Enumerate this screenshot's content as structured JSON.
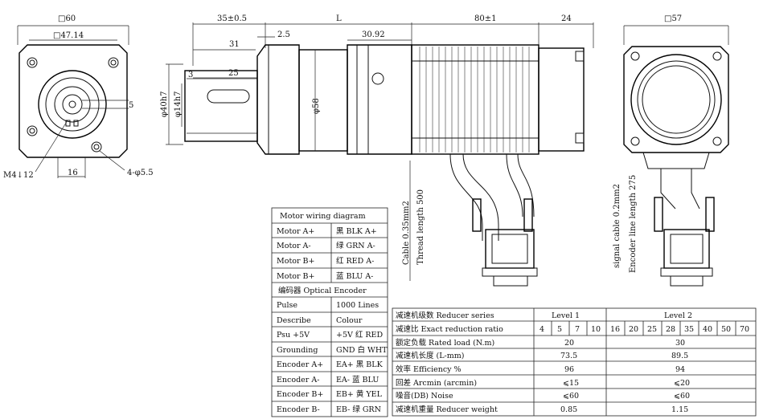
{
  "dims": {
    "sq60": "□60",
    "sq47": "□47.14",
    "sq57": "□57",
    "d35": "35±0.5",
    "L": "L",
    "d80": "80±1",
    "d24": "24",
    "d31": "31",
    "d2_5": "2.5",
    "d30_92": "30.92",
    "d3": "3",
    "d25": "25",
    "d5": "5",
    "phi40": "φ40h7",
    "phi14": "φ14h7",
    "phi58": "φ58",
    "m4": "M4↓12",
    "d16": "16",
    "holes": "4-φ5.5",
    "cable1": "Cable 0.35mm2",
    "cable1_len": "Thread length 500",
    "cable2": "signal cable 0.2mm2",
    "cable2_len": "Encoder line length 275"
  },
  "wiring": {
    "title": "Motor wiring diagram",
    "motor_rows": [
      [
        "Motor A+",
        "黑 BLK A+"
      ],
      [
        "Motor A-",
        "绿 GRN A-"
      ],
      [
        "Motor B+",
        "红 RED A-"
      ],
      [
        "Motor B+",
        "蓝 BLU A-"
      ]
    ],
    "encoder_title": "编码器 Optical Encoder",
    "encoder_rows": [
      [
        "Pulse",
        "1000 Lines"
      ],
      [
        "Describe",
        "Colour"
      ],
      [
        "Psu +5V",
        "+5V 红 RED"
      ],
      [
        "Grounding",
        "GND 白 WHT"
      ],
      [
        "Encoder A+",
        "EA+ 黑 BLK"
      ],
      [
        "Encoder A-",
        "EA- 蓝 BLU"
      ],
      [
        "Encoder B+",
        "EB+ 黄 YEL"
      ],
      [
        "Encoder B-",
        "EB- 绿 GRN"
      ]
    ]
  },
  "reducer": {
    "series_label": "减速机级数 Reducer series",
    "level1": "Level 1",
    "level2": "Level 2",
    "ratio_label": "减速比 Exact reduction ratio",
    "ratios1": [
      "4",
      "5",
      "7",
      "10"
    ],
    "ratios2": [
      "16",
      "20",
      "25",
      "28",
      "35",
      "40",
      "50",
      "70"
    ],
    "rows": [
      {
        "label": "额定负载 Rated load (N.m)",
        "v1": "20",
        "v2": "30"
      },
      {
        "label": "减速机长度 (L-mm)",
        "v1": "73.5",
        "v2": "89.5"
      },
      {
        "label": "效率 Efficiency %",
        "v1": "96",
        "v2": "94"
      },
      {
        "label": "回差 Arcmin (arcmin)",
        "v1": "⩽15",
        "v2": "⩽20"
      },
      {
        "label": "噪音(DB) Noise",
        "v1": "⩽60",
        "v2": "⩽60"
      },
      {
        "label": "减速机重量 Reducer weight",
        "v1": "0.85",
        "v2": "1.15"
      }
    ]
  }
}
